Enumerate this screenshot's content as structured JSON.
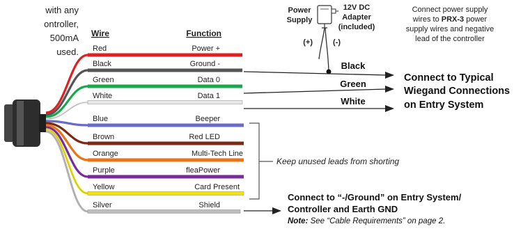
{
  "intro_lines": [
    "with any",
    "ontroller,",
    "500mA",
    "used."
  ],
  "table": {
    "header_wire": "Wire",
    "header_function": "Function",
    "rows": [
      {
        "wire": "Red",
        "function": "Power +",
        "color": "#e02020"
      },
      {
        "wire": "Black",
        "function": "Ground -",
        "color": "#555555"
      },
      {
        "wire": "Green",
        "function": "Data 0",
        "color": "#1aa64a"
      },
      {
        "wire": "White",
        "function": "Data 1",
        "color": "#e8e8e8"
      },
      {
        "wire": "Blue",
        "function": "Beeper",
        "color": "#6a6ac8"
      },
      {
        "wire": "Brown",
        "function": "Red LED",
        "color": "#7a2a10"
      },
      {
        "wire": "Orange",
        "function": "Multi-Tech Line",
        "color": "#e8751a"
      },
      {
        "wire": "Purple",
        "function": "fleaPower",
        "color": "#7b2c9c"
      },
      {
        "wire": "Yellow",
        "function": "Card Present",
        "color": "#f2e600"
      },
      {
        "wire": "Silver",
        "function": "Shield",
        "color": "#bdbdbd"
      }
    ]
  },
  "power_supply": {
    "label_line1": "Power",
    "label_line2": "Supply",
    "adapter_line1": "12V DC",
    "adapter_line2": "Adapter",
    "adapter_line3": "(included)",
    "plus_label": "(+)",
    "minus_label": "(-)"
  },
  "power_note": {
    "line1": "Connect power supply",
    "line2_pre": "wires to ",
    "line2_bold": "PRX-3",
    "line2_post": " power",
    "line3": "supply wires and negative",
    "line4": "lead of the controller"
  },
  "wire_labels": {
    "black": "Black",
    "green": "Green",
    "white": "White"
  },
  "connect_typical": {
    "line1": "Connect to Typical",
    "line2": "Wiegand Connections",
    "line3": "on Entry System"
  },
  "unused_note": "Keep unused leads from shorting",
  "ground_note": {
    "line1": "Connect to “-/Ground” on Entry System/",
    "line2": "Controller and Earth GND",
    "note_bold": "Note:",
    "note_text": " See “Cable Requirements” on page 2."
  }
}
